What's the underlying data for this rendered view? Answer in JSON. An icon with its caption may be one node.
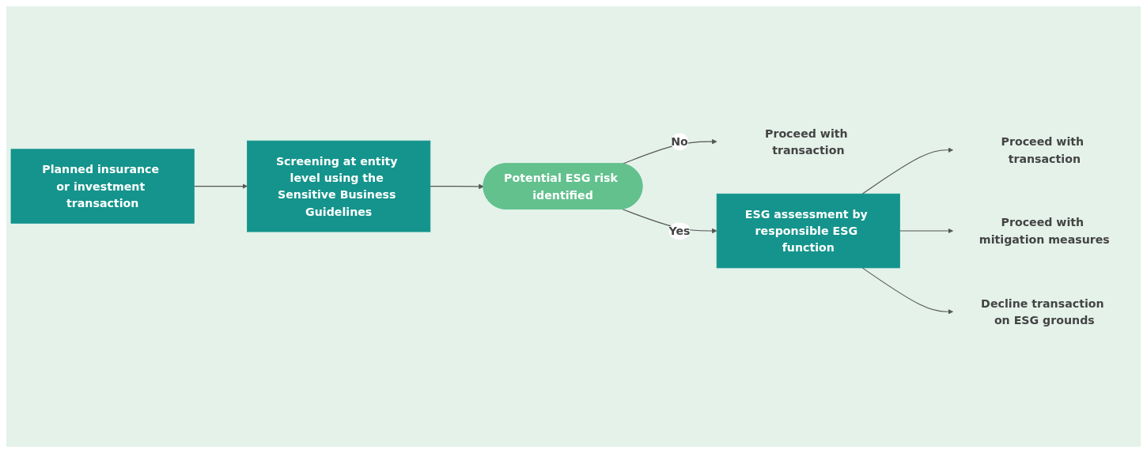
{
  "diagram": {
    "nodes": [
      {
        "text": [
          "Planned insurance or investment transaction"
        ]
      },
      {
        "text": [
          "Screening at entity level using the Sensitive Business Guidelines"
        ]
      },
      {
        "text": [
          "Potential ESG risk identified"
        ]
      },
      {
        "text": [
          "Proceed with transaction"
        ]
      },
      {
        "text": [
          "ESG assessment by responsible ESG function"
        ]
      },
      {
        "text": [
          "Proceed with transaction"
        ]
      },
      {
        "text": [
          "Proceed with mitigation measures"
        ]
      },
      {
        "text": [
          "Decline transaction on ESG grounds"
        ]
      }
    ],
    "edges": [
      {
        "from": 0,
        "to": 1,
        "arrow": "to"
      },
      {
        "from": 1,
        "to": 2,
        "arrow": "to"
      },
      {
        "from": 2,
        "to": 3,
        "arrow": "to",
        "label": "No"
      },
      {
        "from": 2,
        "to": 4,
        "arrow": "to",
        "label": "Yes"
      },
      {
        "from": 4,
        "to": 5,
        "arrow": "to"
      },
      {
        "from": 4,
        "to": 6,
        "arrow": "to"
      },
      {
        "from": 4,
        "to": 7,
        "arrow": "to"
      }
    ]
  }
}
